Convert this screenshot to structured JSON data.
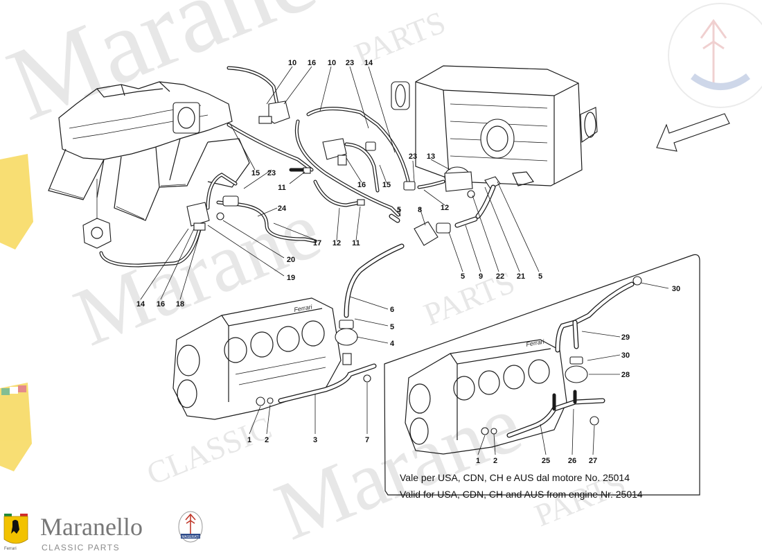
{
  "diagram": {
    "callouts": [
      {
        "id": "c10a",
        "label": "10"
      },
      {
        "id": "c16a",
        "label": "16"
      },
      {
        "id": "c10b",
        "label": "10"
      },
      {
        "id": "c23a",
        "label": "23"
      },
      {
        "id": "c14a",
        "label": "14"
      },
      {
        "id": "c15a",
        "label": "15"
      },
      {
        "id": "c23b",
        "label": "23"
      },
      {
        "id": "c11a",
        "label": "11"
      },
      {
        "id": "c24",
        "label": "24"
      },
      {
        "id": "c16b",
        "label": "16"
      },
      {
        "id": "c15b",
        "label": "15"
      },
      {
        "id": "c23c",
        "label": "23"
      },
      {
        "id": "c13",
        "label": "13"
      },
      {
        "id": "c12a",
        "label": "12"
      },
      {
        "id": "c5a",
        "label": "5"
      },
      {
        "id": "c8",
        "label": "8"
      },
      {
        "id": "c17",
        "label": "17"
      },
      {
        "id": "c12b",
        "label": "12"
      },
      {
        "id": "c11b",
        "label": "11"
      },
      {
        "id": "c20",
        "label": "20"
      },
      {
        "id": "c19",
        "label": "19"
      },
      {
        "id": "c14b",
        "label": "14"
      },
      {
        "id": "c16c",
        "label": "16"
      },
      {
        "id": "c18",
        "label": "18"
      },
      {
        "id": "c5b",
        "label": "5"
      },
      {
        "id": "c9",
        "label": "9"
      },
      {
        "id": "c22",
        "label": "22"
      },
      {
        "id": "c21",
        "label": "21"
      },
      {
        "id": "c5c",
        "label": "5"
      },
      {
        "id": "c6",
        "label": "6"
      },
      {
        "id": "c5d",
        "label": "5"
      },
      {
        "id": "c4",
        "label": "4"
      },
      {
        "id": "c1a",
        "label": "1"
      },
      {
        "id": "c2a",
        "label": "2"
      },
      {
        "id": "c3",
        "label": "3"
      },
      {
        "id": "c7",
        "label": "7"
      },
      {
        "id": "c30a",
        "label": "30"
      },
      {
        "id": "c29",
        "label": "29"
      },
      {
        "id": "c30b",
        "label": "30"
      },
      {
        "id": "c28",
        "label": "28"
      },
      {
        "id": "c1b",
        "label": "1"
      },
      {
        "id": "c2b",
        "label": "2"
      },
      {
        "id": "c25",
        "label": "25"
      },
      {
        "id": "c26",
        "label": "26"
      },
      {
        "id": "c27",
        "label": "27"
      }
    ],
    "inset_note_it": "Vale per USA, CDN, CH e AUS dal motore No. 25014",
    "inset_note_en": "Valid for USA, CDN, CH and AUS from engine Nr. 25014",
    "engine_marking": "Ferrari"
  },
  "watermark": {
    "brand": "Maranello",
    "sub": "CLASSIC PARTS",
    "word": "Marane",
    "word_parts": "PARTS",
    "word_classic": "CLASSIC"
  },
  "logo": {
    "brand": "Maranello",
    "sub": "CLASSIC PARTS",
    "badge_text": "MASERATI",
    "shield_text": "Ferrari"
  },
  "colors": {
    "line": "#1a1a1a",
    "watermark": "#e7e7e7",
    "logo_text": "#777777",
    "shield_yellow": "#f2c200",
    "flag_green": "#1f8a3b",
    "flag_red": "#d12b2b",
    "maserati_blue": "#2d4a8a"
  }
}
